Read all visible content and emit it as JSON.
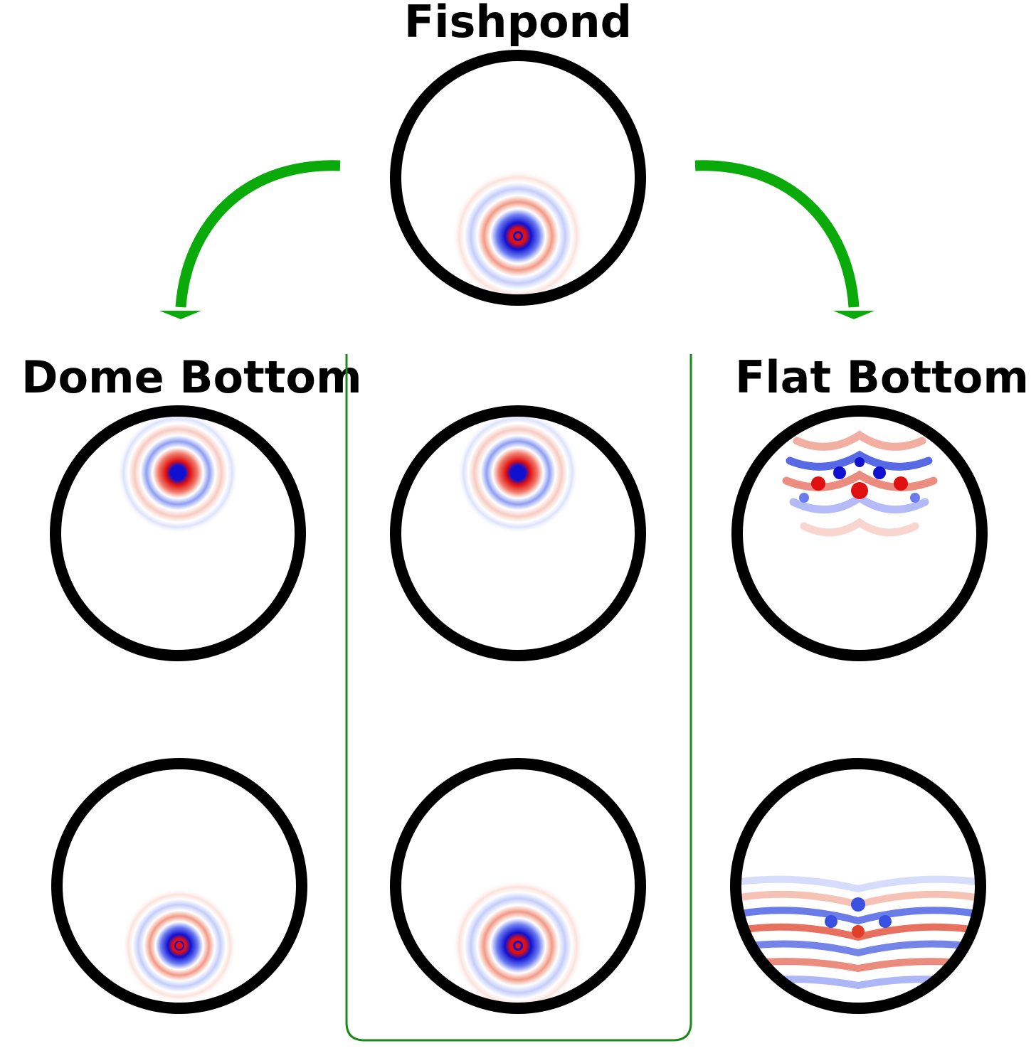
{
  "titles": {
    "top": "Fishpond",
    "left": "Dome Bottom",
    "right": "Flat Bottom"
  },
  "colors": {
    "ring": "#000000",
    "arrow": "#0aaa0a",
    "bracket": "#1a8a1a",
    "wave_positive": "#e01010",
    "wave_negative": "#1010d0"
  },
  "panels": [
    {
      "id": "fishpond",
      "pattern": "source-ripple",
      "source_position": "bottom"
    },
    {
      "id": "dome-1",
      "pattern": "focused-ripple",
      "source_position": "top"
    },
    {
      "id": "middle-1",
      "pattern": "focused-ripple",
      "source_position": "top"
    },
    {
      "id": "flat-1",
      "pattern": "scattered-waves",
      "source_position": "top"
    },
    {
      "id": "dome-2",
      "pattern": "focused-ripple",
      "source_position": "bottom"
    },
    {
      "id": "middle-2",
      "pattern": "focused-ripple",
      "source_position": "bottom"
    },
    {
      "id": "flat-2",
      "pattern": "scattered-waves",
      "source_position": "bottom"
    }
  ]
}
